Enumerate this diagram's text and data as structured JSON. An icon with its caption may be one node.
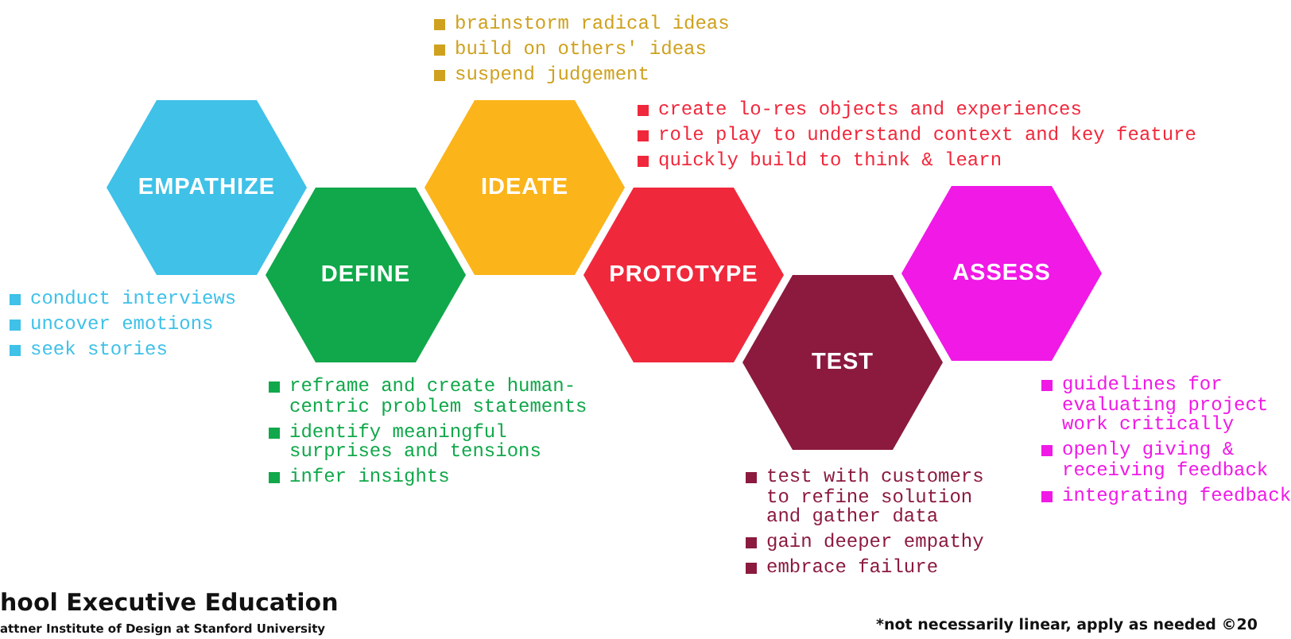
{
  "diagram": {
    "nodes": [
      {
        "text": [
          "EMPATHIZE"
        ],
        "beside": [
          "conduct interviews",
          "uncover emotions",
          "seek stories"
        ]
      },
      {
        "text": [
          "DEFINE"
        ],
        "beside": [
          "reframe and create human-centric problem statements",
          "identify meaningful surprises and tensions",
          "infer insights"
        ]
      },
      {
        "text": [
          "IDEATE"
        ],
        "beside": [
          "brainstorm radical ideas",
          "build on others' ideas",
          "suspend judgement"
        ]
      },
      {
        "text": [
          "PROTOTYPE"
        ],
        "beside": [
          "create lo-res objects and experiences",
          "role play to understand context and key feature",
          "quickly build to think & learn"
        ]
      },
      {
        "text": [
          "TEST"
        ],
        "beside": [
          "test with customers to refine solution and gather data",
          "gain deeper empathy",
          "embrace failure"
        ]
      },
      {
        "text": [
          "ASSESS"
        ],
        "beside": [
          "guidelines for evaluating project work critically",
          "openly giving & receiving feedback",
          "integrating feedback"
        ]
      }
    ],
    "labels": [
      "hool Executive Education",
      "attner Institute of Design at Stanford University",
      "*not necessarily linear, apply as needed ©20"
    ]
  }
}
